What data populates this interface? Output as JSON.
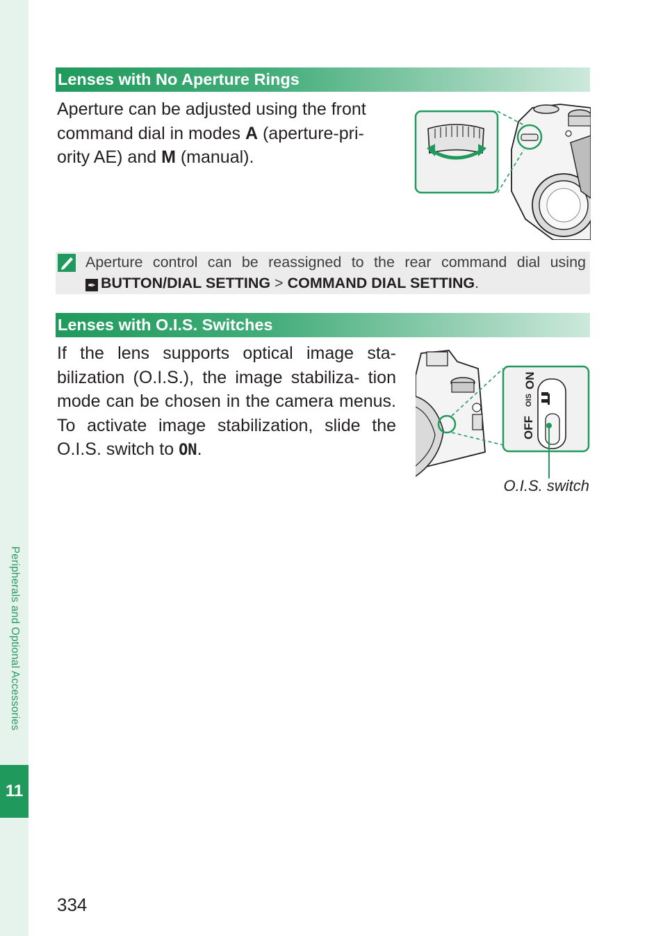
{
  "sidebar": {
    "chapter_label": "Peripherals and Optional Accessories",
    "chapter_number": "11"
  },
  "section1": {
    "heading": "Lenses with No Aperture Rings",
    "body": {
      "t1": "Aperture can be adjusted using the front command dial in modes ",
      "mode_a": "A",
      "t2": " (aperture-pri- ority AE) and ",
      "mode_m": "M",
      "t3": " (manual)."
    }
  },
  "note": {
    "icon": "note-pencil-icon",
    "line1": "Aperture control can be reassigned to the rear command dial using",
    "menu_icon": "button-dial-setting-icon",
    "menu_path_1": "BUTTON/DIAL SETTING",
    "separator": " > ",
    "menu_path_2": "COMMAND DIAL SETTING",
    "end": "."
  },
  "section2": {
    "heading": "Lenses with O.I.S. Switches",
    "body": {
      "t1": "If the lens supports optical image sta- bilization (O.I.S.), the image stabiliza- tion mode can be chosen in the camera menus. To activate image stabilization, slide the O.I.S. switch to ",
      "on_label": "ON",
      "t2": "."
    },
    "figure": {
      "switch_labels": {
        "off": "OFF",
        "ois": "OIS",
        "on": "ON"
      },
      "caption": "O.I.S. switch"
    }
  },
  "page_number": "334",
  "colors": {
    "accent_green": "#1f9a5c",
    "strip_bg": "#e6f2ec",
    "note_bg": "#ececec"
  }
}
